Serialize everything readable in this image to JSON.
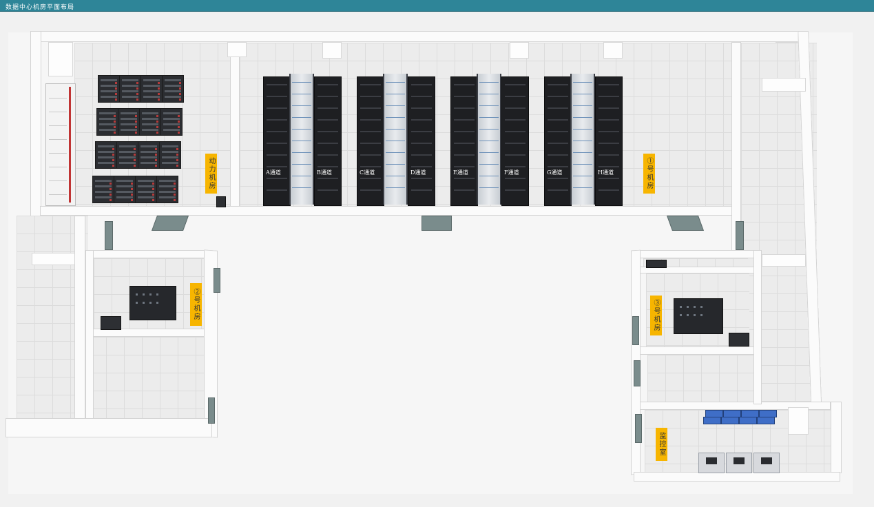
{
  "title": "数据中心机房平面布局",
  "rooms": {
    "power": "动力机房",
    "room1": "①号机房",
    "room2": "②号机房",
    "room3": "③号机房",
    "monitor": "监控室"
  },
  "aisles": [
    "A通道",
    "B通道",
    "C通道",
    "D通道",
    "E通道",
    "F通道",
    "G通道",
    "H通道"
  ],
  "colors": {
    "titlebar": "#2e8598",
    "label_bg": "#f7b500",
    "rack": "#1e1f22",
    "screen": "#3f6ec7"
  }
}
